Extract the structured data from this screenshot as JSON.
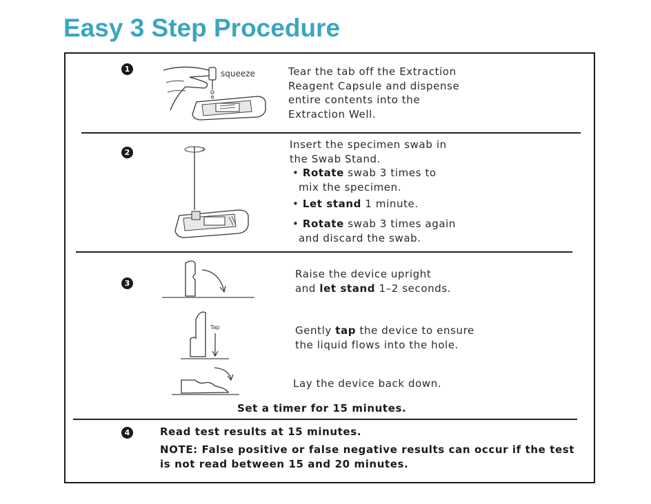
{
  "title": "Easy 3 Step Procedure",
  "steps": [
    {
      "number": "1",
      "label": "squeeze",
      "lines": [
        "Tear the tab off the Extraction",
        "Reagent Capsule and dispense",
        "entire contents into the",
        "Extraction Well."
      ]
    },
    {
      "number": "2",
      "lines": [
        "Insert the specimen swab in",
        "the Swab Stand."
      ],
      "bullets": [
        {
          "bold": "Rotate",
          "rest": " swab 3 times to",
          "line2": "mix the specimen."
        },
        {
          "bold": "Let stand",
          "rest": " 1 minute."
        },
        {
          "bold": "Rotate",
          "rest": " swab 3 times again",
          "line2": "and discard the swab."
        }
      ]
    },
    {
      "number": "3",
      "a": {
        "pre": "Raise the device upright",
        "mid_pre": "and ",
        "mid_bold": "let stand",
        "mid_post": " 1–2 seconds."
      },
      "b": {
        "tap_label": "Tap",
        "pre": "Gently ",
        "bold": "tap",
        "post": " the device to ensure",
        "line2": "the liquid flows into the hole."
      },
      "c": {
        "line": "Lay the device back down."
      },
      "timer": "Set a timer for 15 minutes."
    },
    {
      "number": "4",
      "read": "Read test results at 15 minutes.",
      "note_line1": "NOTE: False positive or false negative results can occur if the test",
      "note_line2": "is not read between 15 and 20 minutes."
    }
  ],
  "bullet_char": "•",
  "colors": {
    "title": "#3aa5c2",
    "text": "#2a2a2a",
    "rule": "#222222"
  }
}
